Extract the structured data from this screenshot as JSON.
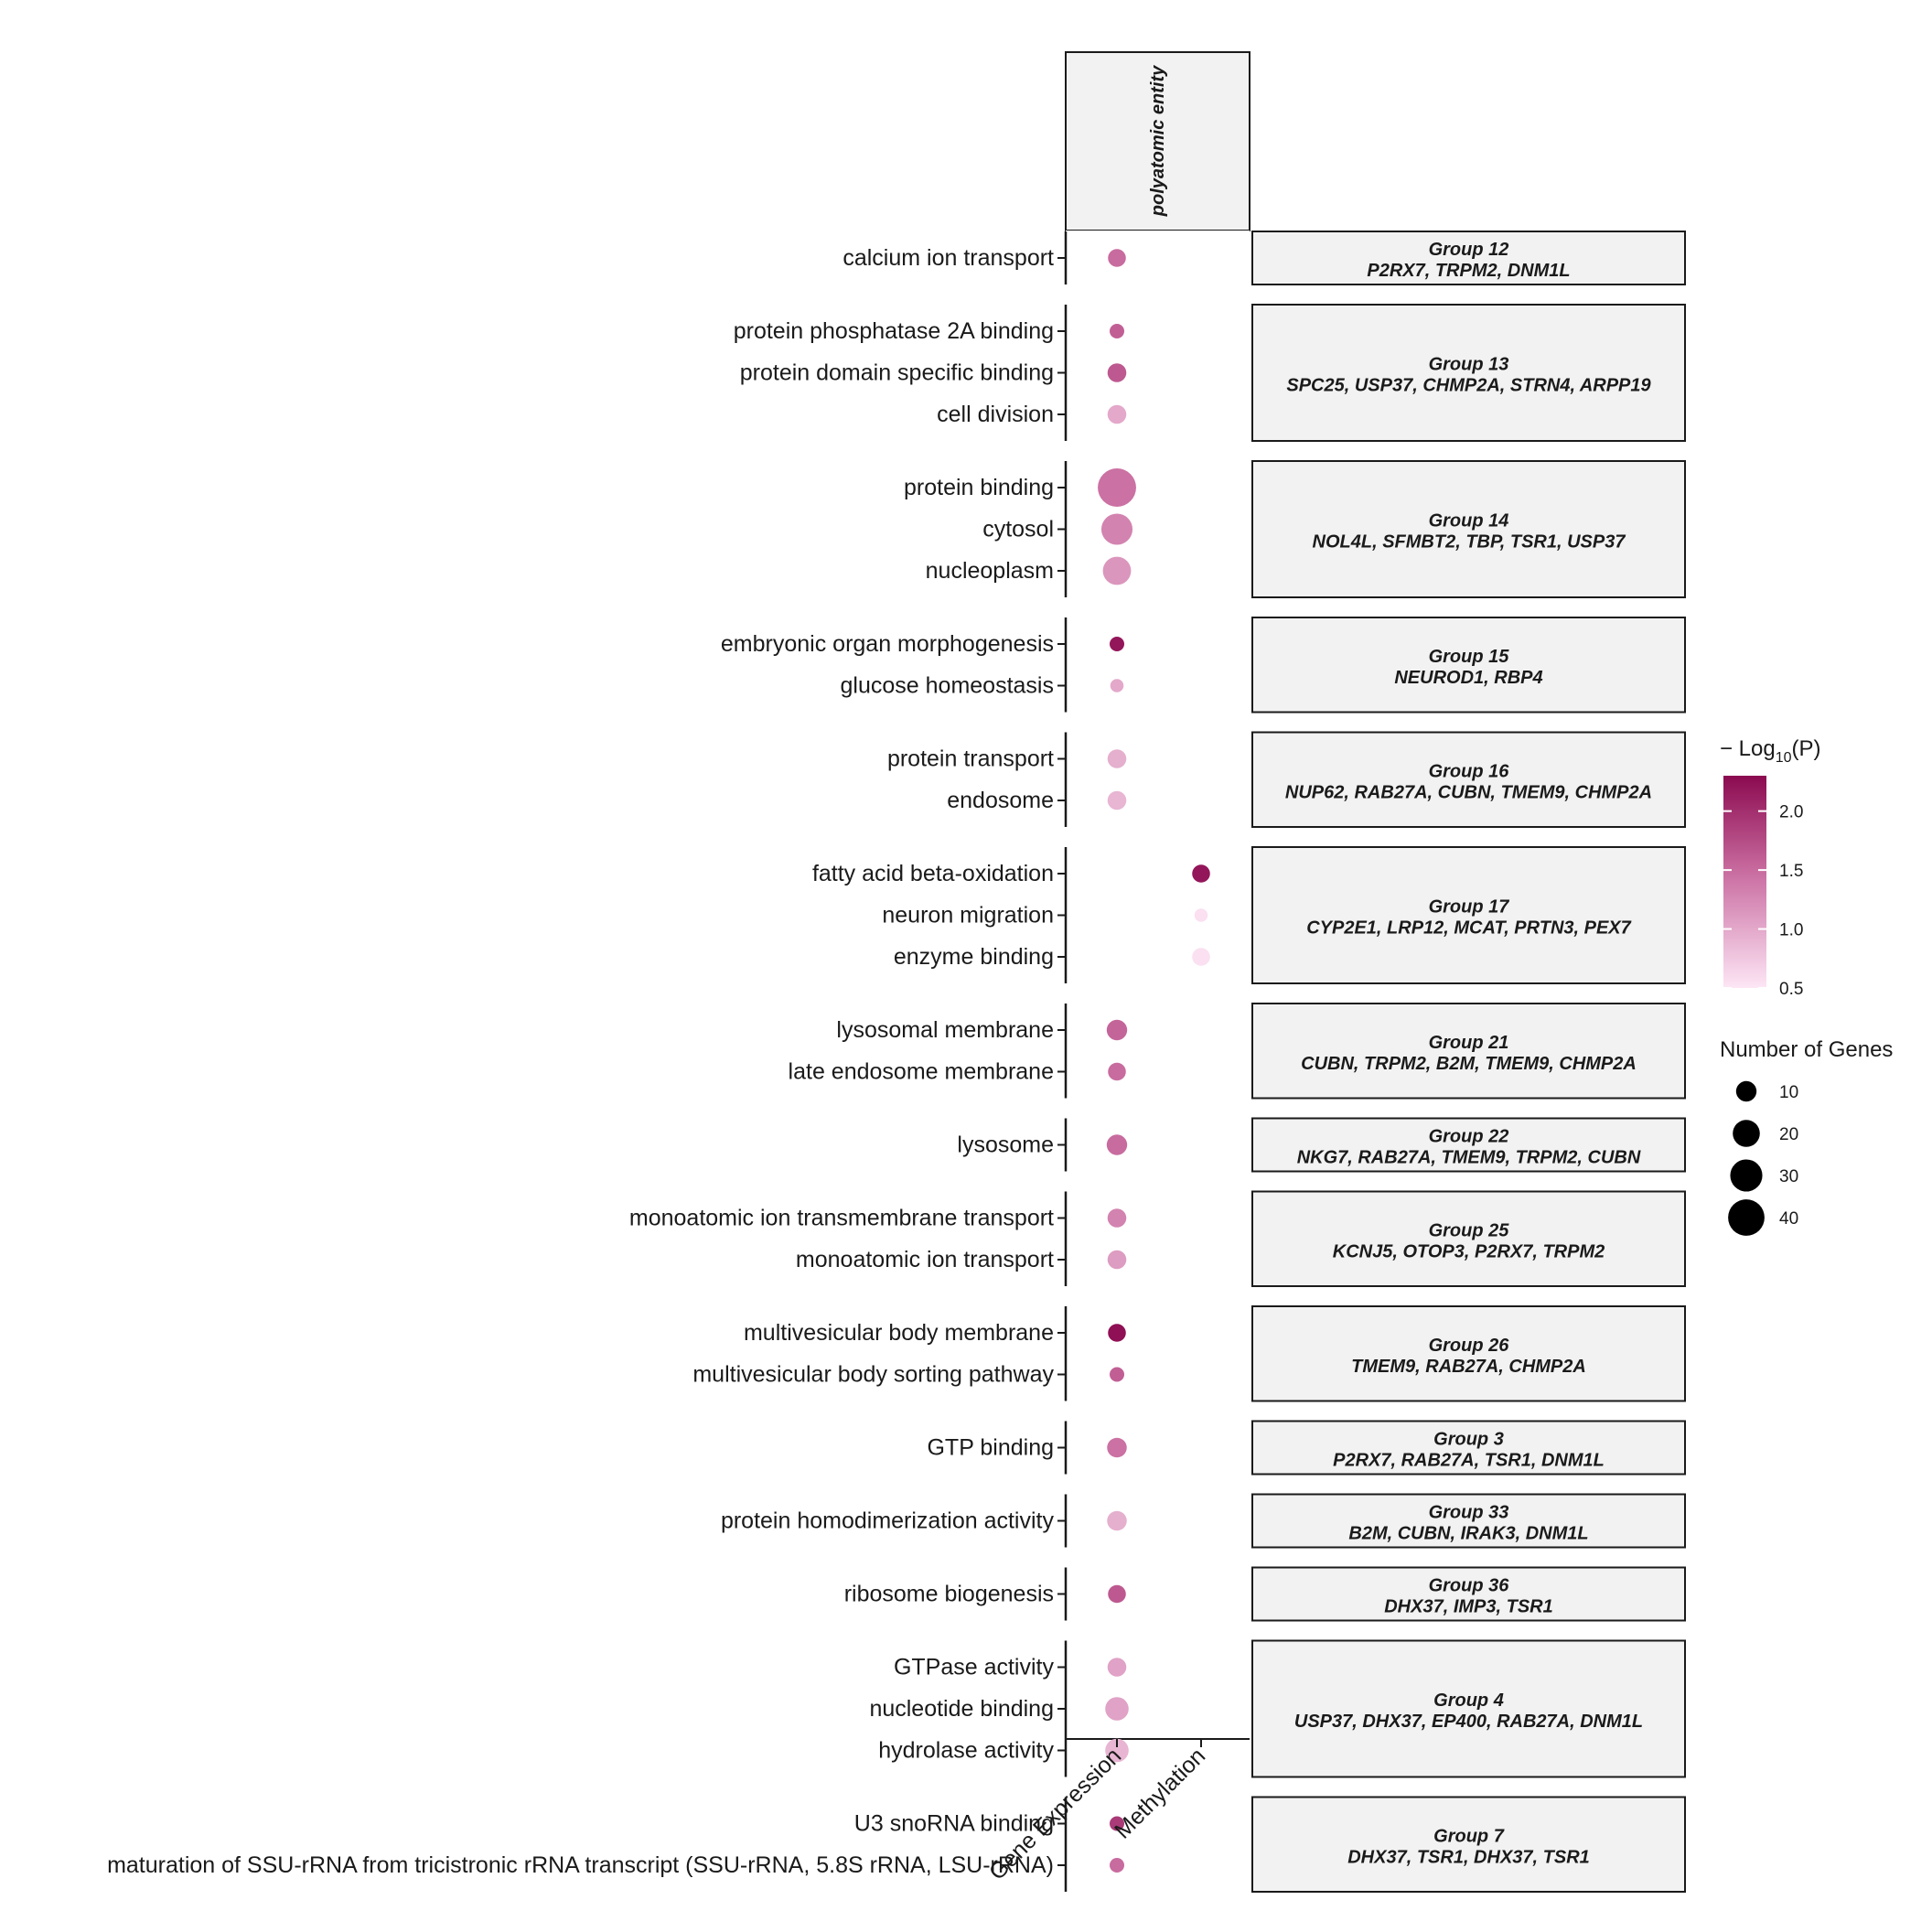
{
  "chart_data": {
    "type": "scatter",
    "facet_title": "polyatomic entity",
    "x_categories": [
      "Gene Expression",
      "Methylation"
    ],
    "groups": [
      {
        "label": "Group 12",
        "genes": "P2RX7,  TRPM2, DNM1L",
        "terms": [
          {
            "term": "calcium ion transport",
            "x": "Gene Expression",
            "n": 7,
            "logp": 1.5
          }
        ]
      },
      {
        "label": "Group 13",
        "genes": "SPC25,  USP37, CHMP2A,  STRN4, ARPP19",
        "terms": [
          {
            "term": "protein phosphatase 2A binding",
            "x": "Gene Expression",
            "n": 4,
            "logp": 1.6
          },
          {
            "term": "protein domain specific binding",
            "x": "Gene Expression",
            "n": 8,
            "logp": 1.65
          },
          {
            "term": "cell division",
            "x": "Gene Expression",
            "n": 8,
            "logp": 1.0
          }
        ]
      },
      {
        "label": "Group 14",
        "genes": "NOL4L,  SFMBT2,  TBP,  TSR1,  USP37",
        "terms": [
          {
            "term": "protein binding",
            "x": "Gene Expression",
            "n": 45,
            "logp": 1.45
          },
          {
            "term": "cytosol",
            "x": "Gene Expression",
            "n": 28,
            "logp": 1.3
          },
          {
            "term": "nucleoplasm",
            "x": "Gene Expression",
            "n": 22,
            "logp": 1.15
          }
        ]
      },
      {
        "label": "Group 15",
        "genes": "NEUROD1, RBP4",
        "terms": [
          {
            "term": "embryonic organ morphogenesis",
            "x": "Gene Expression",
            "n": 4,
            "logp": 2.2
          },
          {
            "term": "glucose homeostasis",
            "x": "Gene Expression",
            "n": 3,
            "logp": 1.0
          }
        ]
      },
      {
        "label": "Group 16",
        "genes": "NUP62,  RAB27A,  CUBN,  TMEM9, CHMP2A",
        "terms": [
          {
            "term": "protein transport",
            "x": "Gene Expression",
            "n": 8,
            "logp": 0.95
          },
          {
            "term": "endosome",
            "x": "Gene Expression",
            "n": 8,
            "logp": 0.9
          }
        ]
      },
      {
        "label": "Group 17",
        "genes": "CYP2E1,  LRP12,  MCAT,  PRTN3, PEX7",
        "terms": [
          {
            "term": "fatty acid beta-oxidation",
            "x": "Methylation",
            "n": 7,
            "logp": 2.2
          },
          {
            "term": "neuron migration",
            "x": "Methylation",
            "n": 3,
            "logp": 0.55
          },
          {
            "term": "enzyme binding",
            "x": "Methylation",
            "n": 7,
            "logp": 0.55
          }
        ]
      },
      {
        "label": "Group 21",
        "genes": "CUBN,  TRPM2,  B2M,  TMEM9, CHMP2A",
        "terms": [
          {
            "term": "lysosomal membrane",
            "x": "Gene Expression",
            "n": 10,
            "logp": 1.55
          },
          {
            "term": "late endosome membrane",
            "x": "Gene Expression",
            "n": 7,
            "logp": 1.5
          }
        ]
      },
      {
        "label": "Group 22",
        "genes": "NKG7,  RAB27A,  TMEM9,  TRPM2, CUBN",
        "terms": [
          {
            "term": "lysosome",
            "x": "Gene Expression",
            "n": 10,
            "logp": 1.5
          }
        ]
      },
      {
        "label": "Group 25",
        "genes": "KCNJ5,  OTOP3,  P2RX7, TRPM2",
        "terms": [
          {
            "term": "monoatomic ion transmembrane transport",
            "x": "Gene Expression",
            "n": 8,
            "logp": 1.3
          },
          {
            "term": "monoatomic ion transport",
            "x": "Gene Expression",
            "n": 8,
            "logp": 1.1
          }
        ]
      },
      {
        "label": "Group 26",
        "genes": "TMEM9,  RAB27A, CHMP2A",
        "terms": [
          {
            "term": "multivesicular body membrane",
            "x": "Gene Expression",
            "n": 7,
            "logp": 2.25
          },
          {
            "term": "multivesicular body sorting pathway",
            "x": "Gene Expression",
            "n": 4,
            "logp": 1.6
          }
        ]
      },
      {
        "label": "Group 3",
        "genes": "P2RX7,  RAB27A,  TSR1, DNM1L",
        "terms": [
          {
            "term": "GTP binding",
            "x": "Gene Expression",
            "n": 9,
            "logp": 1.45
          }
        ]
      },
      {
        "label": "Group 33",
        "genes": "B2M,  CUBN,  IRAK3, DNM1L",
        "terms": [
          {
            "term": "protein homodimerization activity",
            "x": "Gene Expression",
            "n": 9,
            "logp": 0.95
          }
        ]
      },
      {
        "label": "Group 36",
        "genes": "DHX37,  IMP3, TSR1",
        "terms": [
          {
            "term": "ribosome biogenesis",
            "x": "Gene Expression",
            "n": 7,
            "logp": 1.65
          }
        ]
      },
      {
        "label": "Group 4",
        "genes": "USP37,  DHX37,  EP400,  RAB27A, DNM1L",
        "terms": [
          {
            "term": "GTPase activity",
            "x": "Gene Expression",
            "n": 8,
            "logp": 1.05
          },
          {
            "term": "nucleotide binding",
            "x": "Gene Expression",
            "n": 14,
            "logp": 1.05
          },
          {
            "term": "hydrolase activity",
            "x": "Gene Expression",
            "n": 14,
            "logp": 0.9
          }
        ]
      },
      {
        "label": "Group 7",
        "genes": "DHX37,  TSR1, DHX37, TSR1",
        "terms": [
          {
            "term": "U3 snoRNA binding",
            "x": "Gene Expression",
            "n": 4,
            "logp": 1.9
          },
          {
            "term": "maturation of SSU-rRNA from tricistronic rRNA transcript (SSU-rRNA, 5.8S rRNA, LSU-rRNA)",
            "x": "Gene Expression",
            "n": 4,
            "logp": 1.5
          }
        ]
      }
    ],
    "color_legend": {
      "title_prefix": "− Log",
      "title_sub": "10",
      "title_suffix": "(P)",
      "ticks": [
        0.5,
        1.0,
        1.5,
        2.0
      ],
      "tick_labels": [
        "0.5",
        "1.0",
        "1.5",
        "2.0"
      ],
      "range": [
        0.5,
        2.3
      ],
      "low_color": "#fde6f5",
      "high_color": "#8b0a50"
    },
    "size_legend": {
      "title": "Number of Genes",
      "values": [
        10,
        20,
        30,
        40
      ]
    },
    "panel_fill": "#f2f2f2",
    "point_color_scale": "low-to-high magenta"
  }
}
